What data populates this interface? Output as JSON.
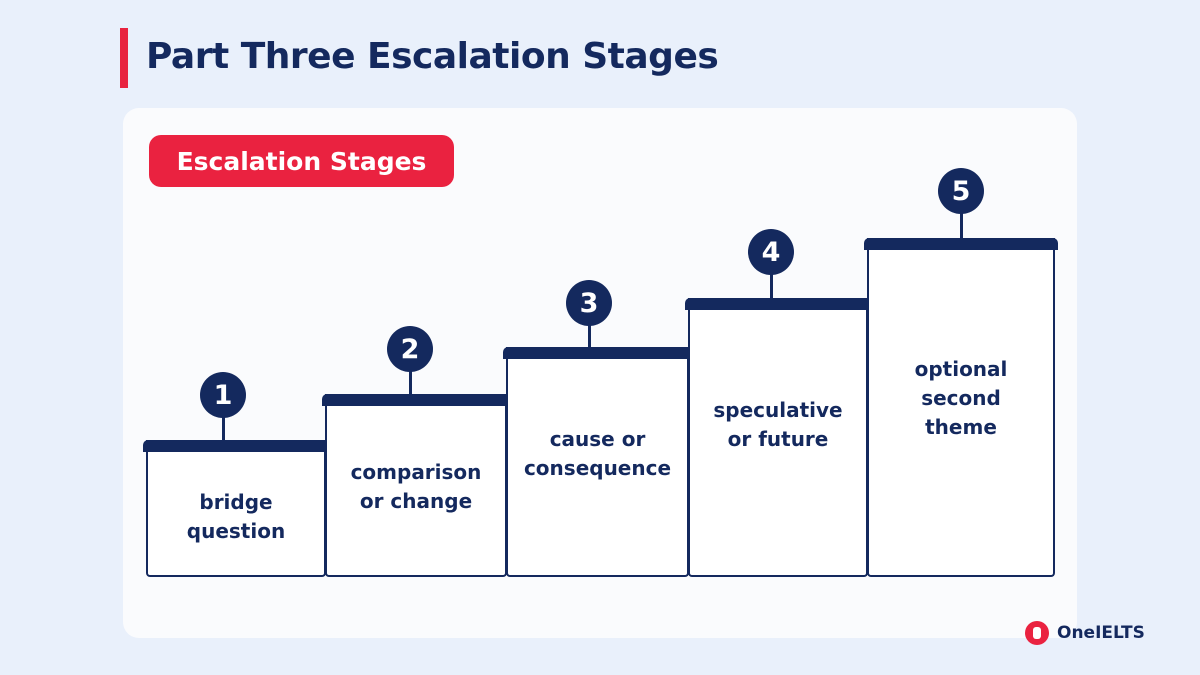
{
  "header": {
    "title": "Part Three Escalation Stages"
  },
  "badge": {
    "label": "Escalation Stages"
  },
  "steps": [
    {
      "number": "1",
      "line1": "bridge",
      "line2": "question",
      "line3": ""
    },
    {
      "number": "2",
      "line1": "comparison",
      "line2": "or change",
      "line3": ""
    },
    {
      "number": "3",
      "line1": "cause or",
      "line2": "consequence",
      "line3": ""
    },
    {
      "number": "4",
      "line1": "speculative",
      "line2": "or future",
      "line3": ""
    },
    {
      "number": "5",
      "line1": "optional",
      "line2": "second",
      "line3": "theme"
    }
  ],
  "brand": {
    "name": "OneIELTS",
    "icon": "oneielts-logo-icon"
  },
  "colors": {
    "navy": "#14295e",
    "red": "#ea2240",
    "background": "#e9f0fb"
  }
}
